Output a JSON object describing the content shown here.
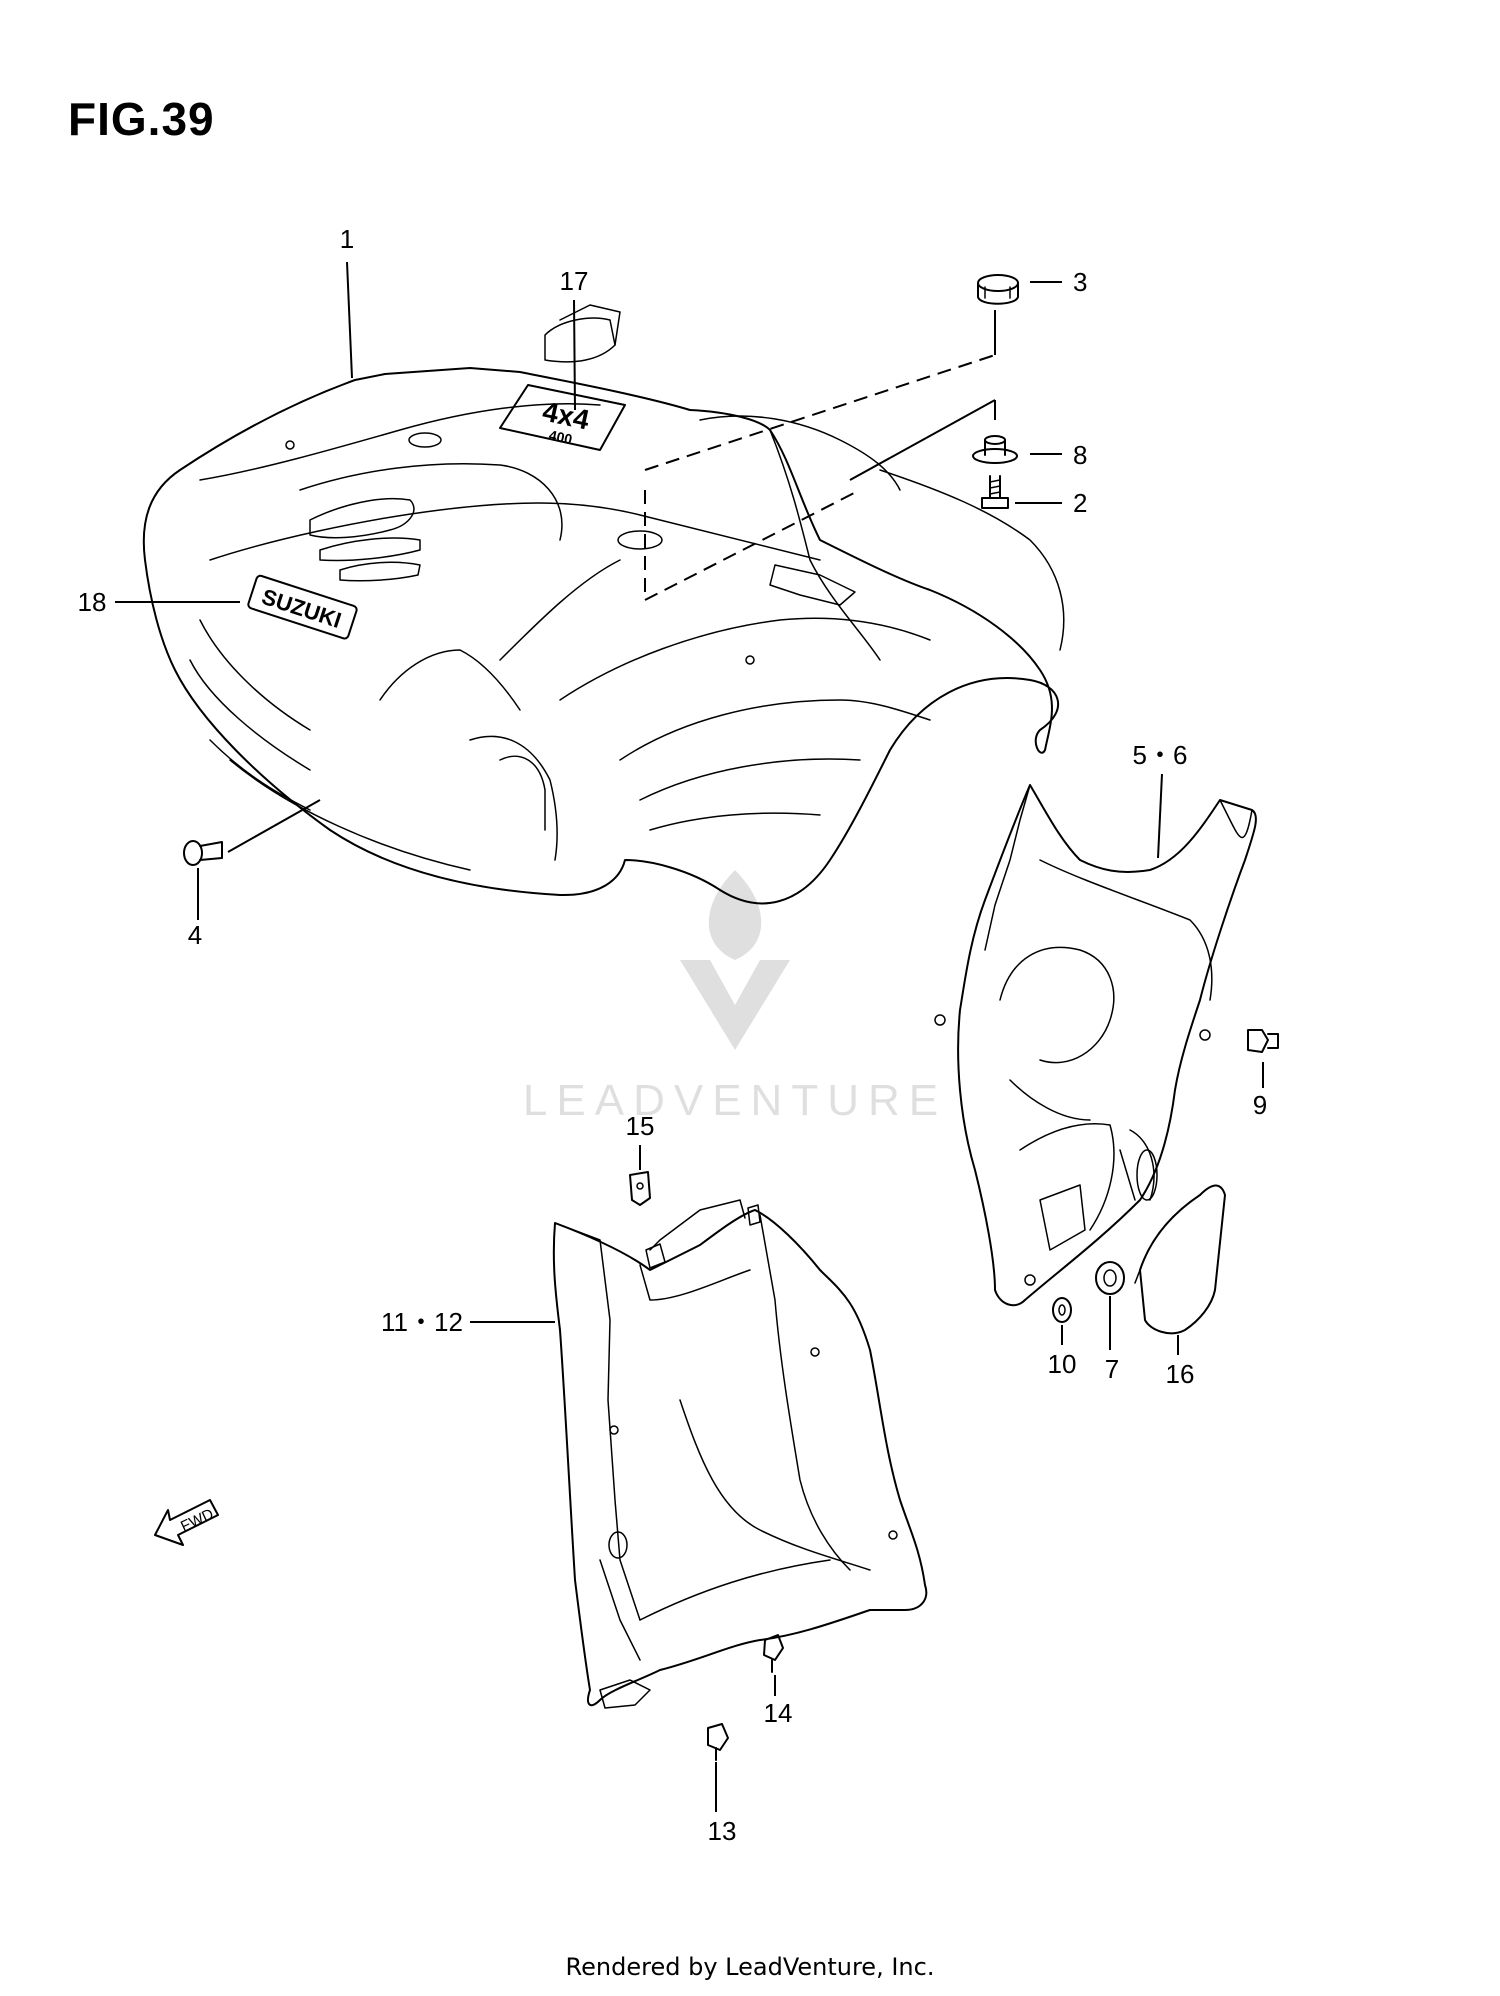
{
  "figure": {
    "title": "FIG.39"
  },
  "badges": {
    "suzuki": "SUZUKI",
    "model": "4x4",
    "displacement": "400"
  },
  "fwd_label": "FWD",
  "watermark": "LEADVENTURE",
  "callouts": [
    {
      "id": "c1",
      "text": "1"
    },
    {
      "id": "c17",
      "text": "17"
    },
    {
      "id": "c3",
      "text": "3"
    },
    {
      "id": "c8",
      "text": "8"
    },
    {
      "id": "c2",
      "text": "2"
    },
    {
      "id": "c18",
      "text": "18"
    },
    {
      "id": "c4",
      "text": "4"
    },
    {
      "id": "c56",
      "text": "5・6"
    },
    {
      "id": "c9",
      "text": "9"
    },
    {
      "id": "c15",
      "text": "15"
    },
    {
      "id": "c1112",
      "text": "11・12"
    },
    {
      "id": "c10",
      "text": "10"
    },
    {
      "id": "c7",
      "text": "7"
    },
    {
      "id": "c16",
      "text": "16"
    },
    {
      "id": "c14",
      "text": "14"
    },
    {
      "id": "c13",
      "text": "13"
    }
  ],
  "footer": "Rendered by LeadVenture, Inc."
}
